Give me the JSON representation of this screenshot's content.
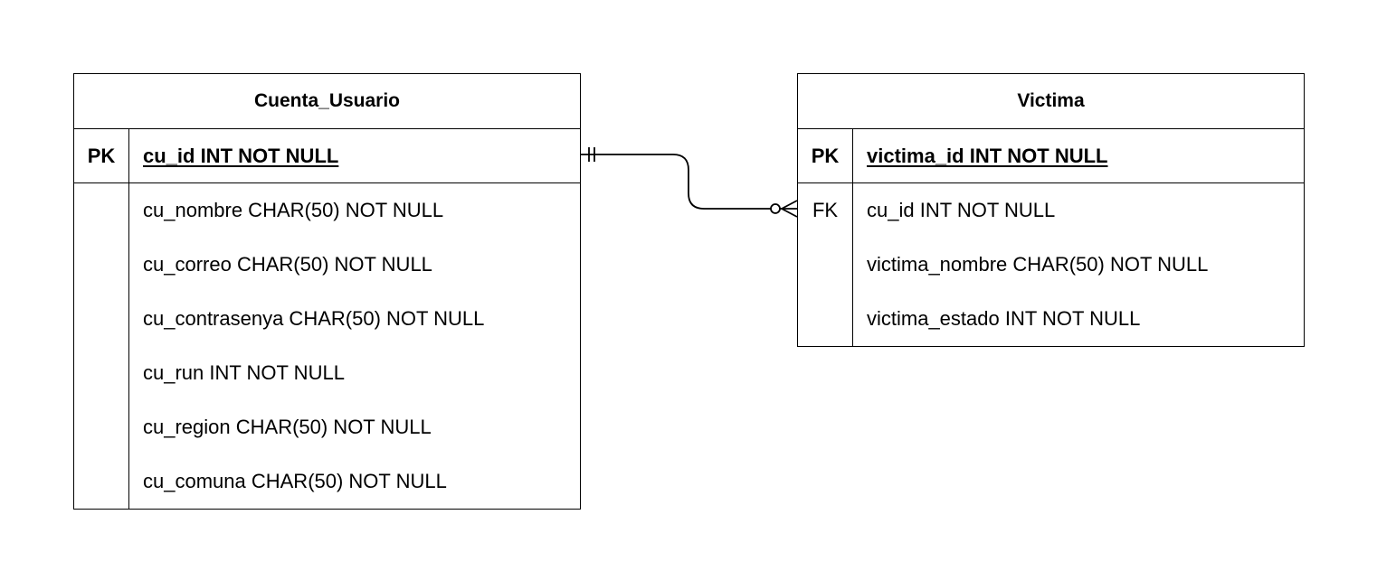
{
  "entities": {
    "cuenta_usuario": {
      "title": "Cuenta_Usuario",
      "pk_key": "PK",
      "pk_attr": "cu_id INT NOT NULL",
      "attributes": [
        {
          "key": "",
          "label": "cu_nombre CHAR(50) NOT NULL"
        },
        {
          "key": "",
          "label": "cu_correo CHAR(50) NOT NULL"
        },
        {
          "key": "",
          "label": "cu_contrasenya CHAR(50) NOT NULL"
        },
        {
          "key": "",
          "label": "cu_run INT NOT NULL"
        },
        {
          "key": "",
          "label": "cu_region CHAR(50) NOT NULL"
        },
        {
          "key": "",
          "label": "cu_comuna CHAR(50) NOT NULL"
        }
      ]
    },
    "victima": {
      "title": "Victima",
      "pk_key": "PK",
      "pk_attr": "victima_id INT NOT NULL",
      "attributes": [
        {
          "key": "FK",
          "label": "cu_id INT NOT NULL"
        },
        {
          "key": "",
          "label": "victima_nombre CHAR(50) NOT NULL"
        },
        {
          "key": "",
          "label": "victima_estado INT NOT NULL"
        }
      ]
    }
  },
  "relationship": {
    "from": "cuenta_usuario",
    "to": "victima",
    "from_cardinality": "one-and-only-one",
    "to_cardinality": "zero-or-many",
    "line_color": "#000000"
  }
}
